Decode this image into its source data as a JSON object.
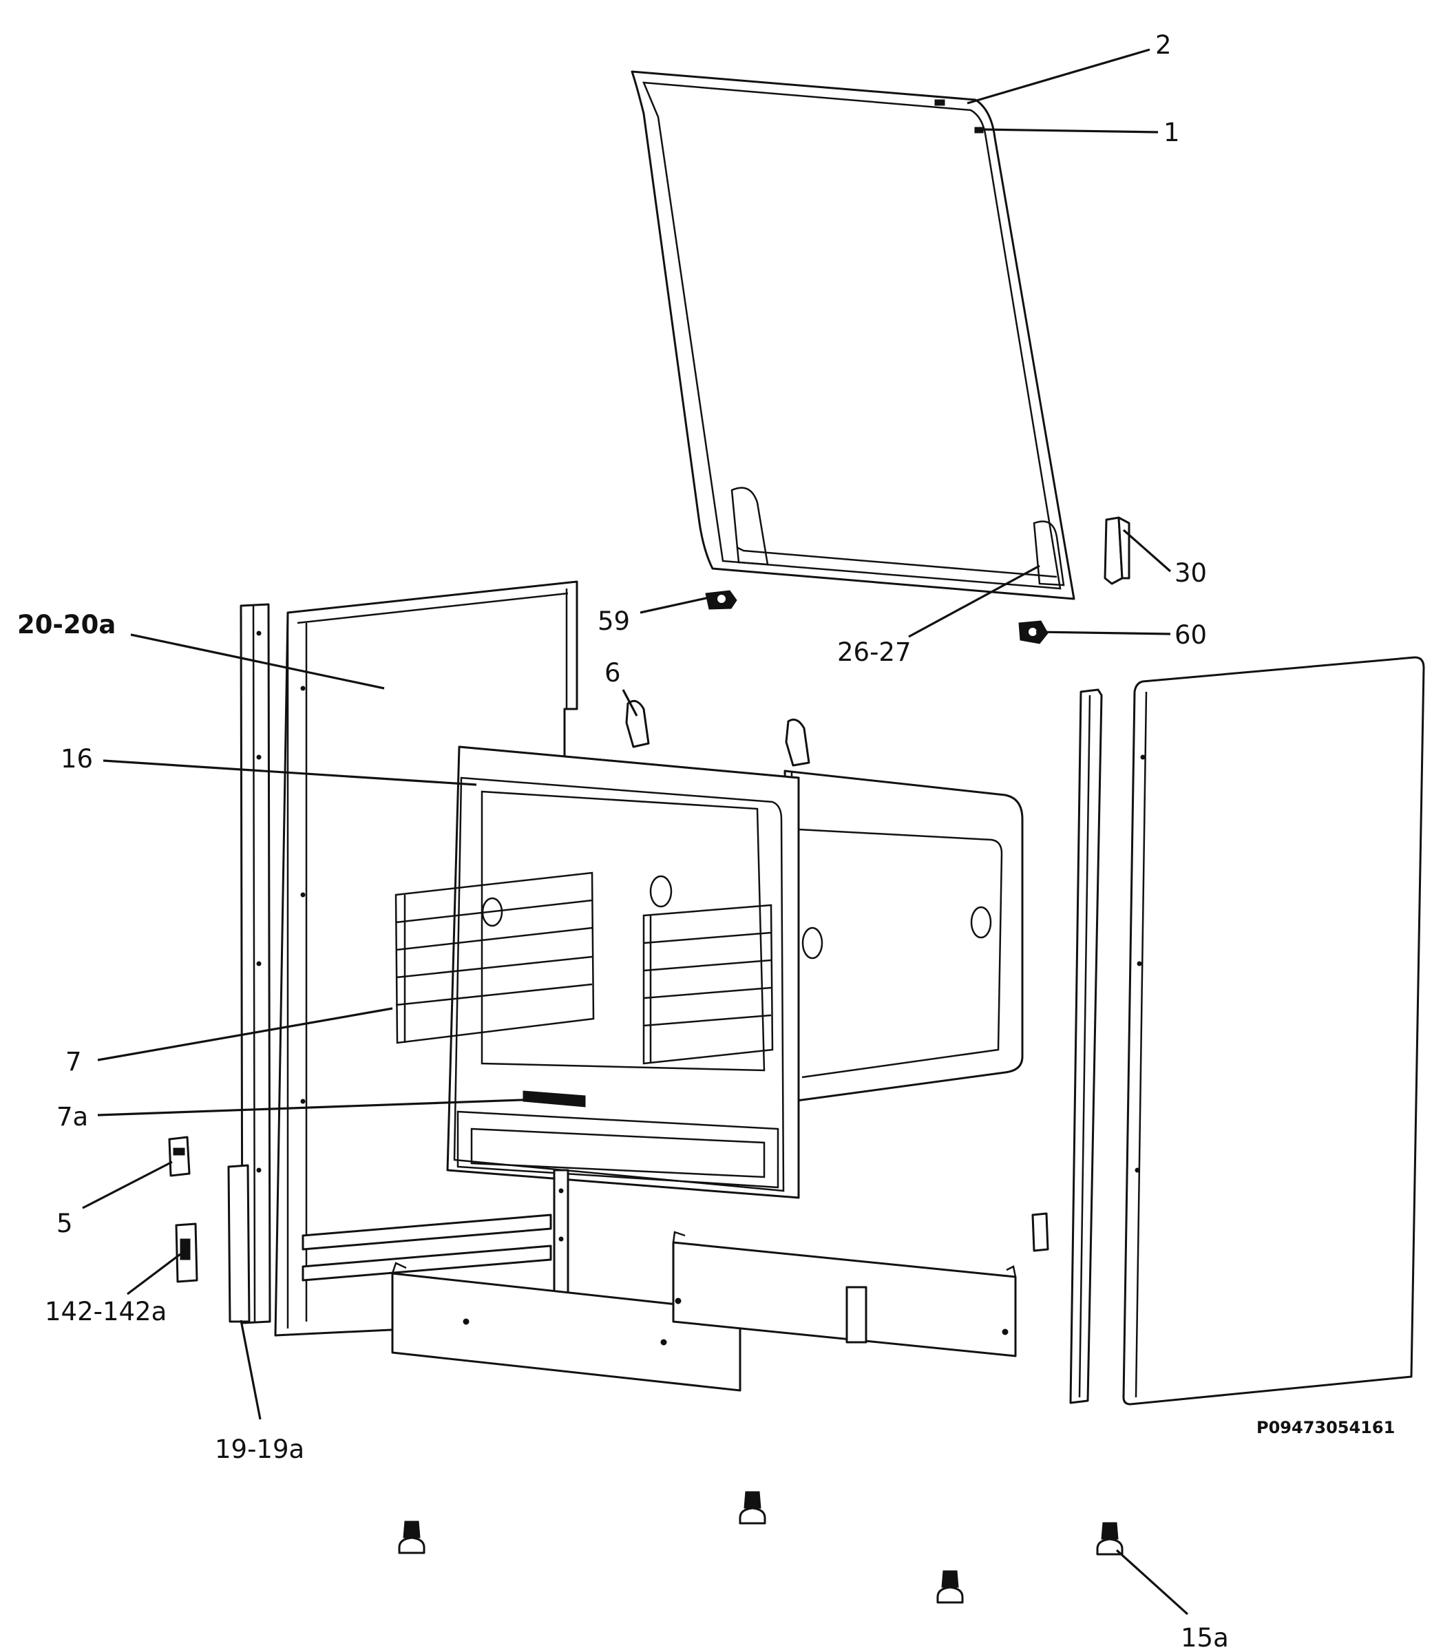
{
  "callouts": {
    "c1": "1",
    "c2": "2",
    "c30": "30",
    "c59": "59",
    "c60": "60",
    "c26_27": "26-27",
    "c20_20a": "20-20a",
    "c6": "6",
    "c16": "16",
    "c7": "7",
    "c7a": "7a",
    "c5": "5",
    "c142_142a": "142-142a",
    "c19_19a": "19-19a",
    "c15a": "15a"
  },
  "drawing_code": "P09473054161"
}
